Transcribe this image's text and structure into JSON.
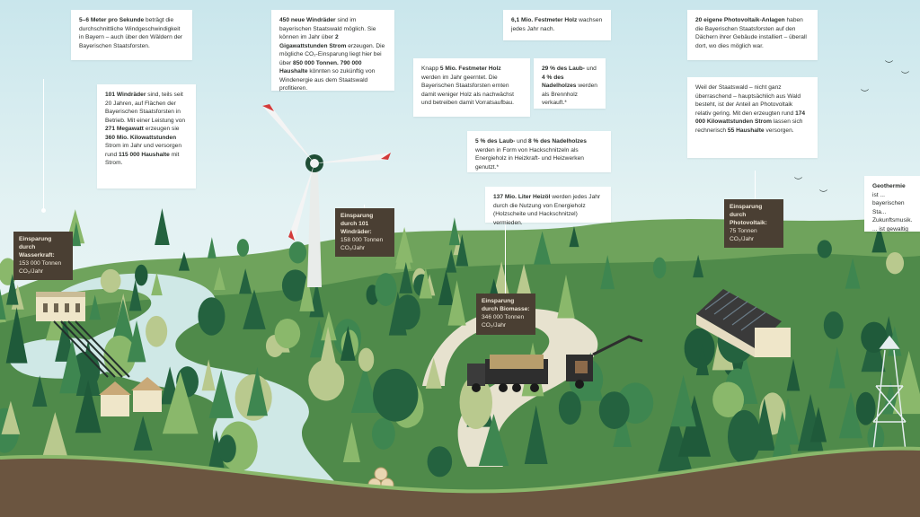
{
  "cards": [
    {
      "id": "wind-speed",
      "parts": [
        {
          "b": true,
          "t": "5–6 Meter pro Sekunde"
        },
        {
          "b": false,
          "t": " beträgt die durchschnittliche Windgeschwindigkeit in Bayern – auch über den Wäldern der Bayerischen Staatsforsten."
        }
      ]
    },
    {
      "id": "windraeder-101",
      "parts": [
        {
          "b": true,
          "t": "101 Windräder"
        },
        {
          "b": false,
          "t": " sind, teils seit 20 Jahren, auf Flächen der Bayerischen Staatsforsten in Betrieb. Mit einer Leistung von "
        },
        {
          "b": true,
          "t": "271 Megawatt"
        },
        {
          "b": false,
          "t": " erzeugen sie "
        },
        {
          "b": true,
          "t": "360 Mio. Kilowattstunden"
        },
        {
          "b": false,
          "t": " Strom im Jahr und versorgen rund "
        },
        {
          "b": true,
          "t": "115 000 Haushalte"
        },
        {
          "b": false,
          "t": " mit Strom."
        }
      ]
    },
    {
      "id": "windraeder-450",
      "parts": [
        {
          "b": true,
          "t": "450 neue Windräder"
        },
        {
          "b": false,
          "t": " sind im bayerischen Staatswald möglich. Sie können im Jahr über "
        },
        {
          "b": true,
          "t": "2 Gigawattstunden Strom"
        },
        {
          "b": false,
          "t": " erzeugen. Die mögliche CO₂-Einsparung liegt hier bei über "
        },
        {
          "b": true,
          "t": "850 000 Tonnen. 790 000 Haushalte"
        },
        {
          "b": false,
          "t": " könnten so zukünftig von Windenergie aus dem Staatswald profitieren."
        }
      ]
    },
    {
      "id": "festmeter-6",
      "parts": [
        {
          "b": true,
          "t": "6,1 Mio. Festmeter Holz"
        },
        {
          "b": false,
          "t": " wachsen jedes Jahr nach."
        }
      ]
    },
    {
      "id": "festmeter-5",
      "parts": [
        {
          "b": false,
          "t": "Knapp "
        },
        {
          "b": true,
          "t": "5 Mio. Festmeter Holz"
        },
        {
          "b": false,
          "t": " werden im Jahr geerntet. Die Bayerischen Staatsforsten ernten damit weniger Holz als nachwächst und betreiben damit Vorratsaufbau."
        }
      ]
    },
    {
      "id": "brennholz",
      "parts": [
        {
          "b": true,
          "t": "29 % des Laub-"
        },
        {
          "b": false,
          "t": " und "
        },
        {
          "b": true,
          "t": "4 % des Nadelholzes"
        },
        {
          "b": false,
          "t": " werden als Brennholz verkauft.*"
        }
      ]
    },
    {
      "id": "hackschnitzel",
      "parts": [
        {
          "b": true,
          "t": "5 % des Laub-"
        },
        {
          "b": false,
          "t": " und "
        },
        {
          "b": true,
          "t": "8 % des Nadelholzes"
        },
        {
          "b": false,
          "t": " werden in Form von Hackschnitzeln als Energieholz in Heizkraft- und Heizwerken genutzt.*"
        }
      ]
    },
    {
      "id": "heizoel",
      "parts": [
        {
          "b": true,
          "t": "137 Mio. Liter Heizöl"
        },
        {
          "b": false,
          "t": " werden jedes Jahr durch die Nutzung von Energieholz (Holzscheite und Hackschnitzel) vermieden."
        }
      ]
    },
    {
      "id": "photovoltaik-20",
      "parts": [
        {
          "b": true,
          "t": "20 eigene Photovoltaik-Anlagen"
        },
        {
          "b": false,
          "t": " haben die Bayerischen Staatsforsten auf den Dächern ihrer Gebäude installiert – überall dort, wo dies möglich war."
        }
      ]
    },
    {
      "id": "photovoltaik-anteil",
      "parts": [
        {
          "b": false,
          "t": "Weil der Staatswald – nicht ganz überraschend – hauptsächlich aus Wald besteht, ist der Anteil an Photovoltaik relativ gering. Mit den erzeugten rund "
        },
        {
          "b": true,
          "t": "174 000 Kilowattstunden Strom"
        },
        {
          "b": false,
          "t": " lassen sich rechnerisch "
        },
        {
          "b": true,
          "t": "55 Haushalte"
        },
        {
          "b": false,
          "t": " versorgen."
        }
      ]
    },
    {
      "id": "geothermie",
      "parts": [
        {
          "b": true,
          "t": "Geothermie"
        },
        {
          "b": false,
          "t": " ist ... bayerischen Sta... Zukunftsmusik. ... ist gewaltig – un... für künftige Gen..."
        }
      ]
    }
  ],
  "tags": [
    {
      "id": "wasserkraft",
      "title": "Einsparung durch Wasserkraft:",
      "value": "153 000 Tonnen CO₂/Jahr"
    },
    {
      "id": "windraeder",
      "title": "Einsparung durch 101 Windräder:",
      "value": "158 000 Tonnen CO₂/Jahr"
    },
    {
      "id": "biomasse",
      "title": "Einsparung durch Biomasse:",
      "value": "346 000 Tonnen CO₂/Jahr"
    },
    {
      "id": "photovoltaik",
      "title": "Einsparung durch Photovoltaik:",
      "value": "75 Tonnen CO₂/Jahr"
    }
  ],
  "colors": {
    "sky": "#d6ecef",
    "hill_light": "#6fa35c",
    "hill_mid": "#4f8a4a",
    "forest_dark": "#1f5a3a",
    "tree_dark": "#24623f",
    "tree_mid": "#3e8650",
    "tree_light": "#8ab86b",
    "tree_pale": "#b9c98e",
    "river": "#cfe8e6",
    "soil": "#6b5540",
    "tag_bg": "#4a3f33"
  },
  "icons": [
    "wind-turbine-icon",
    "solar-panel-icon",
    "truck-icon",
    "wood-chipper-icon",
    "log-pile-icon",
    "hydro-plant-icon",
    "geothermal-tower-icon",
    "bird-icon"
  ]
}
